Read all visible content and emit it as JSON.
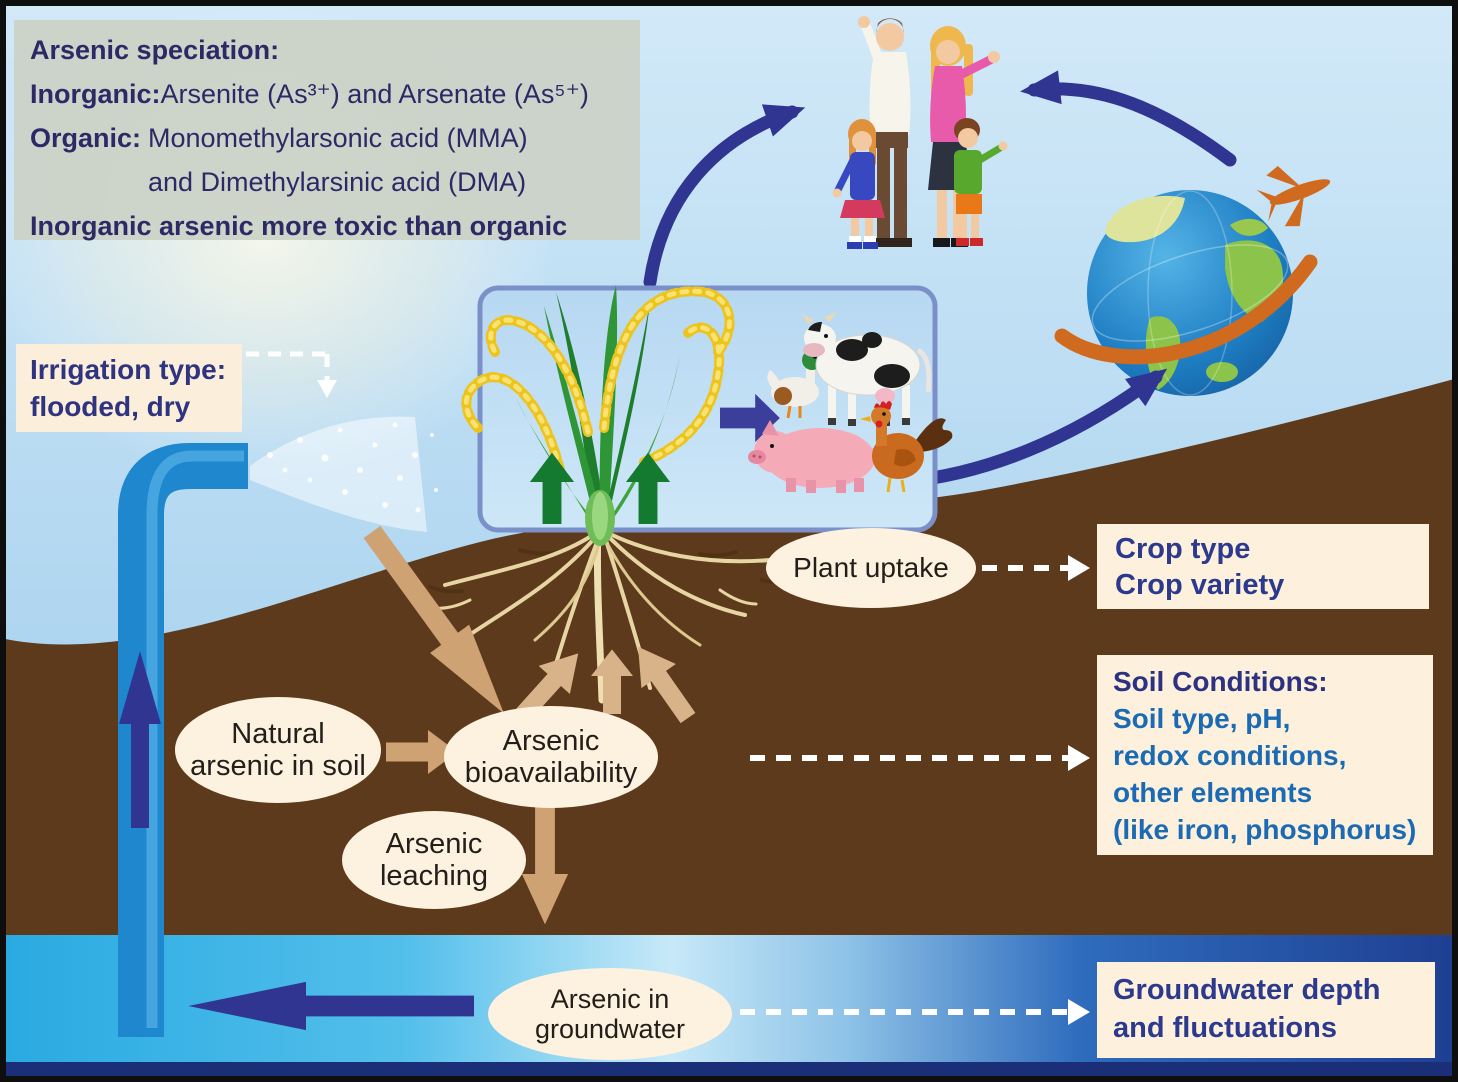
{
  "speciation_box": {
    "title": "Arsenic speciation:",
    "inorganic_label": "Inorganic:",
    "inorganic_text": "Arsenite (As³⁺) and Arsenate (As⁵⁺)",
    "organic_label": "Organic:",
    "organic_line1": "Monomethylarsonic acid (MMA)",
    "organic_line2": "and Dimethylarsinic acid (DMA)",
    "footnote": "Inorganic arsenic more toxic than organic"
  },
  "irrigation_label": {
    "line1": "Irrigation type:",
    "line2": "flooded, dry"
  },
  "ovals": {
    "plant_uptake": {
      "line1": "Plant uptake"
    },
    "natural_arsenic": {
      "line1": "Natural",
      "line2": "arsenic in soil"
    },
    "bioavailability": {
      "line1": "Arsenic",
      "line2": "bioavailability"
    },
    "leaching": {
      "line1": "Arsenic",
      "line2": "leaching"
    },
    "groundwater": {
      "line1": "Arsenic in",
      "line2": "groundwater"
    }
  },
  "factor_boxes": {
    "crop": {
      "line1": "Crop type",
      "line2": "Crop variety"
    },
    "soil": {
      "title": "Soil Conditions:",
      "line1": "Soil type, pH,",
      "line2": "redox conditions,",
      "line3": "other elements",
      "line4": "(like iron, phosphorus)"
    },
    "groundwater": {
      "line1": "Groundwater depth",
      "line2": "and fluctuations"
    }
  },
  "illustrations": {
    "family": "family-of-four",
    "globe": "globe-with-airplane",
    "plant": "rice-plant-with-roots",
    "animals": [
      "duck",
      "cow",
      "pig",
      "chicken"
    ],
    "pipe": "irrigation-well-pipe-with-spray"
  },
  "colors": {
    "sky_blue": "#a9d2ee",
    "soil_brown": "#5d3a1b",
    "groundwater_left": "#29aae1",
    "groundwater_right": "#1e3f92",
    "cream_panel": "#fdf0dc",
    "gray_panel": "#cbd1c6",
    "navy_arrow": "#2f3590",
    "tan_arrow": "#cfa274",
    "green_arrow": "#137a30",
    "pipe_blue": "#1e87ce",
    "text_navy": "#2b2a66",
    "text_blue": "#1a6bb4",
    "grain_yellow": "#edc41d",
    "plant_green": "#2e9637",
    "orbit_orange": "#cf6a1f"
  }
}
